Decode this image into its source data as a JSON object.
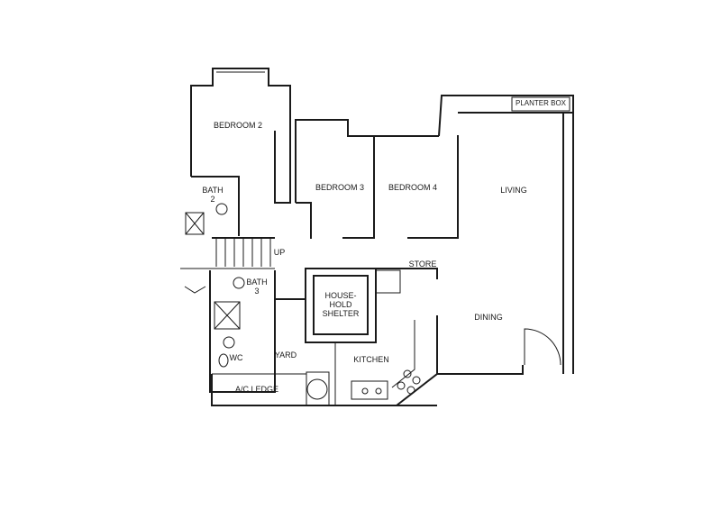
{
  "plan": {
    "rooms": {
      "bedroom2": "BEDROOM 2",
      "bedroom3": "BEDROOM 3",
      "bedroom4": "BEDROOM 4",
      "living": "LIVING",
      "planter_box": "PLANTER BOX",
      "bath2": "BATH\n2",
      "bath3": "BATH\n3",
      "up": "UP",
      "store": "STORE",
      "shelter": "HOUSE-\nHOLD\nSHELTER",
      "dining": "DINING",
      "yard": "YARD",
      "kitchen": "KITCHEN",
      "wc": "WC",
      "ac_ledge": "A/C LEDGE"
    }
  }
}
